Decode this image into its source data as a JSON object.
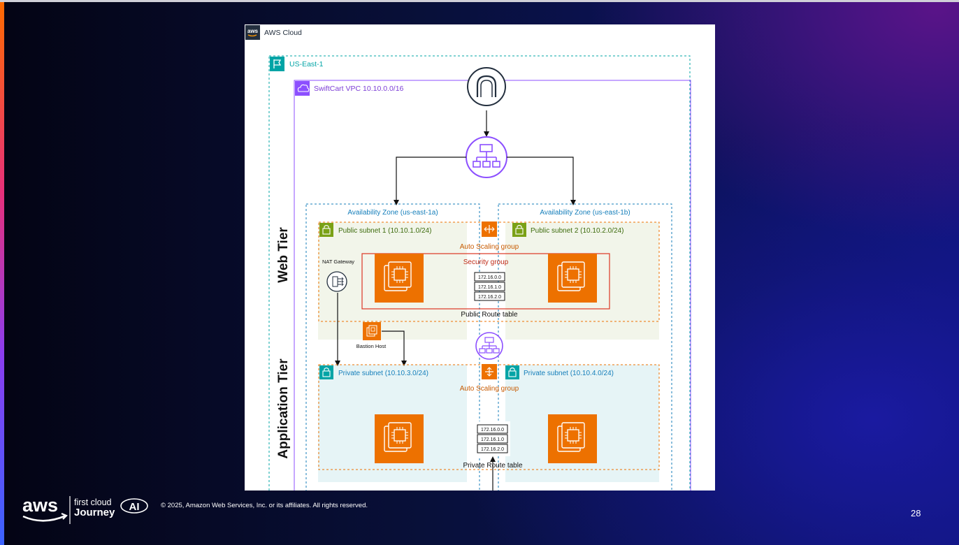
{
  "slide": {
    "copyright": "© 2025, Amazon Web Services, Inc. or its affiliates. All rights reserved.",
    "page_number": "28",
    "logo": {
      "brand": "aws",
      "program_line1": "first cloud",
      "program_line2": "Journey",
      "badge": "AI"
    }
  },
  "diagram": {
    "cloud_label": "AWS Cloud",
    "cloud_logo": "aws",
    "region_label": "US-East-1",
    "vpc_label": "SwiftCart VPC 10.10.0.0/16",
    "tiers": {
      "web": "Web Tier",
      "app": "Application Tier"
    },
    "az": {
      "a": "Availability Zone (us-east-1a)",
      "b": "Availability Zone (us-east-1b)"
    },
    "subnets": {
      "public1": "Public subnet 1 (10.10.1.0/24)",
      "public2": "Public subnet 2 (10.10.2.0/24)",
      "private1": "Private subnet (10.10.3.0/24)",
      "private2": "Private subnet (10.10.4.0/24)"
    },
    "asg_label": "Auto Scaling group",
    "asg_label_app": "Auto Scaling group",
    "security_group": "Security group",
    "nat_gateway": "NAT Gateway",
    "bastion_host": "Bastion Host",
    "public_route_table": {
      "label": "Public Route table",
      "entries": [
        "172.16.0.0",
        "172.16.1.0",
        "172.16.2.0"
      ]
    },
    "private_route_table": {
      "label": "Private Route table",
      "entries": [
        "172.16.0.0",
        "172.16.1.0",
        "172.16.2.0"
      ]
    },
    "colors": {
      "aws_region": "#00a4a6",
      "vpc": "#8c4fff",
      "subnet_public": "#7aa116",
      "subnet_private": "#00a4a6",
      "compute": "#ed7100",
      "asg": "#ed7100",
      "security_group": "#dd3522",
      "az_text": "#147eba"
    },
    "icons": [
      "internet-gateway-icon",
      "load-balancer-icon",
      "ec2-instance-icon",
      "nat-gateway-icon",
      "route-table-icon",
      "lock-icon",
      "flag-icon",
      "vpc-cloud-icon"
    ]
  }
}
